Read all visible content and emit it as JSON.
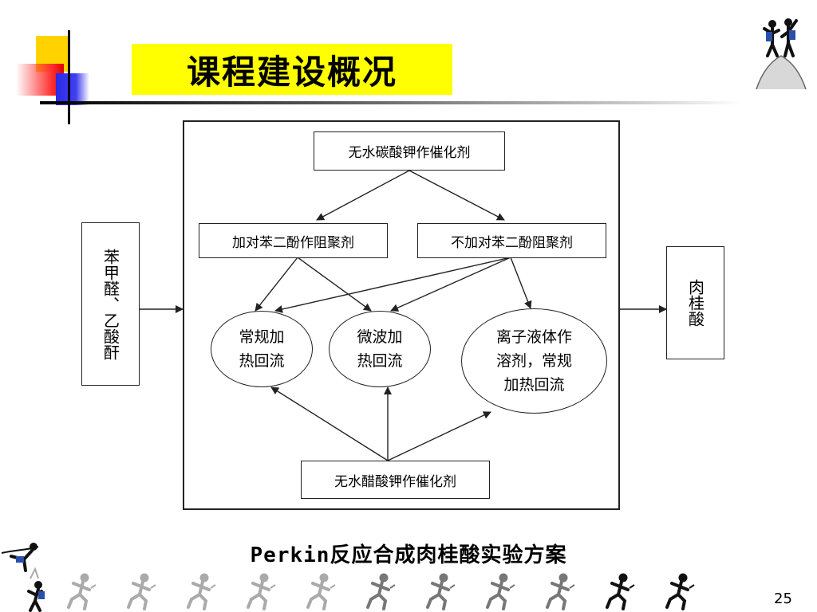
{
  "slide": {
    "title": "课程建设概况",
    "caption": "Perkin反应合成肉桂酸实验方案",
    "page_number": "25"
  },
  "diagram": {
    "reactants": "苯甲醛、乙酸酐",
    "product": "肉桂酸",
    "catalyst_top": "无水碳酸钾作催化剂",
    "with_inhibitor": "加对苯二酚作阻聚剂",
    "without_inhibitor": "不加对苯二酚阻聚剂",
    "catalyst_bottom": "无水醋酸钾作催化剂",
    "method_conventional": [
      "常规加",
      "热回流"
    ],
    "method_microwave": [
      "微波加",
      "热回流"
    ],
    "method_ionic_liquid": [
      "离子液体作",
      "溶剂，常规",
      "加热回流"
    ]
  },
  "colors": {
    "title_bg": "#ffff00",
    "accent_yellow": "#ffd200",
    "accent_red": "#ff3030",
    "accent_blue": "#2a2ae8"
  },
  "icons": {
    "top_right": "climbers-icon",
    "bottom_left": "climber-rope-icon",
    "bottom_row": "running-figure-icon"
  }
}
